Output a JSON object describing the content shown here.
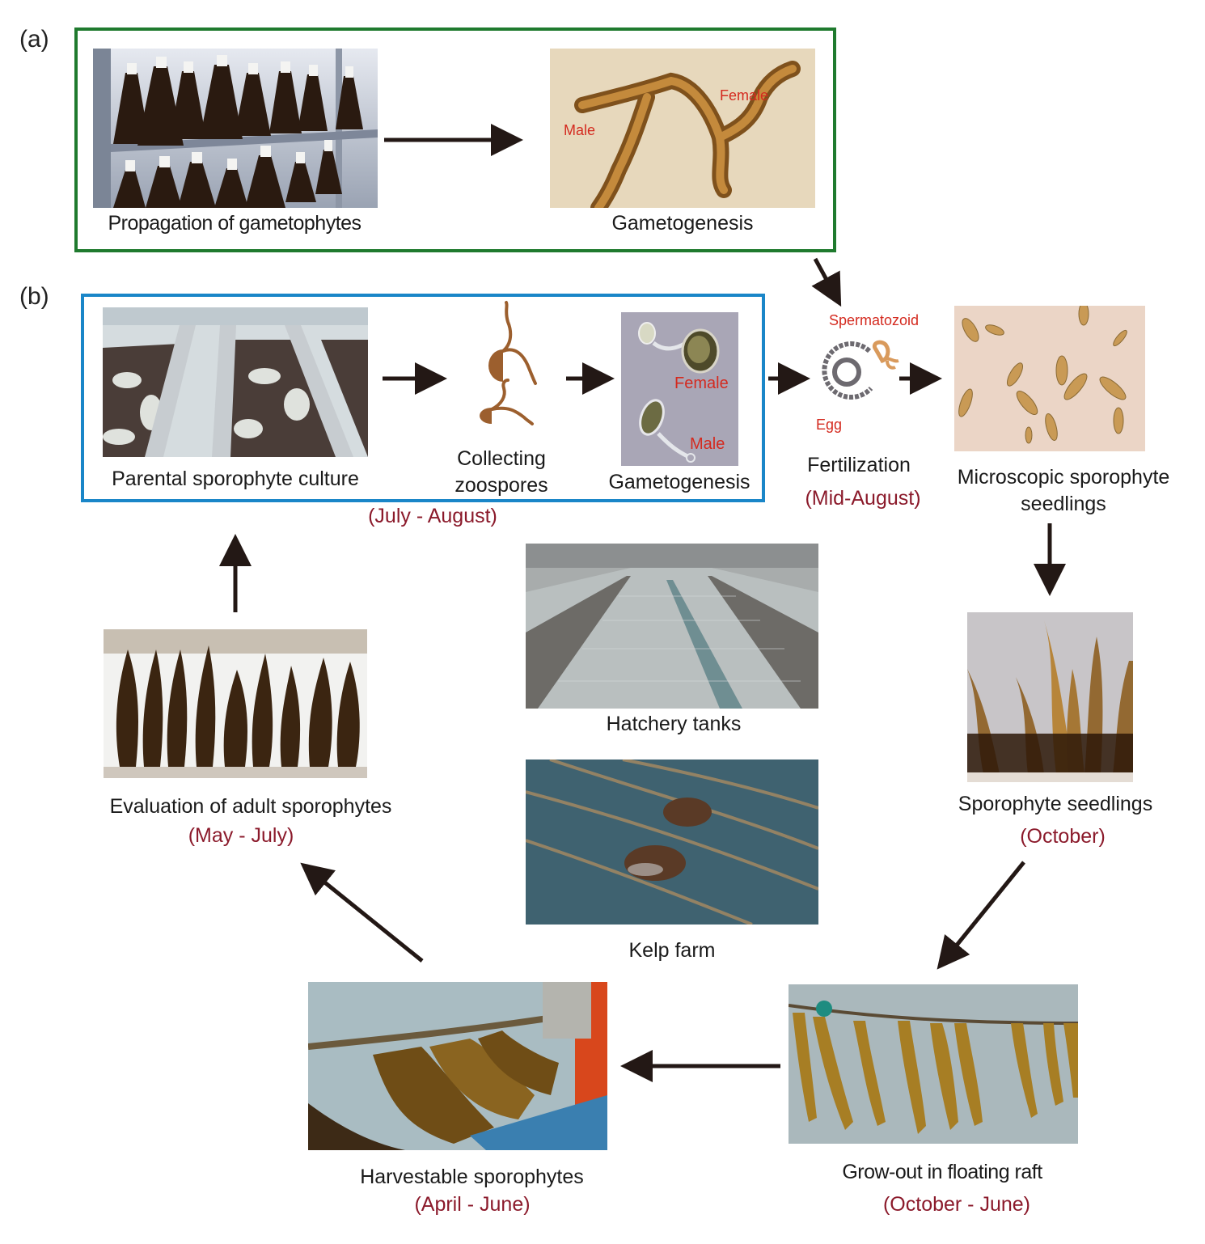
{
  "panels": {
    "a": {
      "label": "(a)",
      "steps": [
        {
          "caption": "Propagation of gametophytes",
          "image": "flasks-on-shelves-photo"
        },
        {
          "caption": "Gametogenesis",
          "image": "gametophyte-micrograph",
          "annotations": [
            "Male",
            "Female"
          ]
        }
      ]
    },
    "b": {
      "label": "(b)",
      "box_steps": [
        {
          "caption": "Parental sporophyte culture",
          "image": "sporophyte-culture-tanks-photo"
        },
        {
          "caption_lines": [
            "Collecting",
            "zoospores"
          ],
          "image": "zoospore-illustration"
        },
        {
          "caption": "Gametogenesis",
          "image": "gametes-micrograph",
          "annotations": [
            "Female",
            "Male"
          ]
        }
      ],
      "box_date": "(July - August)",
      "fertilization": {
        "caption": "Fertilization",
        "date": "(Mid-August)",
        "spermatozoid_label": "Spermatozoid",
        "egg_label": "Egg"
      },
      "microscopic": {
        "caption_lines": [
          "Microscopic sporophyte",
          "seedlings"
        ]
      },
      "seedlings": {
        "caption": "Sporophyte seedlings",
        "date": "(October)"
      },
      "growout": {
        "caption": "Grow-out in floating raft",
        "date": "(October - June)"
      },
      "harvest": {
        "caption": "Harvestable sporophytes",
        "date": "(April - June)"
      },
      "evaluation": {
        "caption": "Evaluation of adult sporophytes",
        "date": "(May - July)"
      },
      "center": [
        {
          "caption": "Hatchery tanks",
          "image": "hatchery-tanks-photo"
        },
        {
          "caption": "Kelp farm",
          "image": "kelp-farm-aerial-photo"
        }
      ]
    }
  },
  "colors": {
    "panel_a_border": "#1f7a2e",
    "panel_b_border": "#1a86c8",
    "date_text": "#8b1a2b",
    "annotation_text": "#d42a1f",
    "arrow": "#231815",
    "zoospore": "#9c5f2e",
    "egg": "#6d6a70",
    "spermatozoid": "#d99a5c"
  }
}
